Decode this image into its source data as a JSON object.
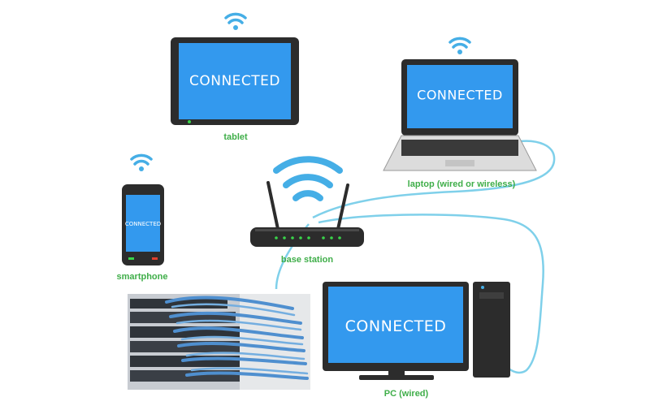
{
  "colors": {
    "screen": "#3399ee",
    "label": "#3fae49",
    "wifi": "#45aee6",
    "cable": "#7fd0ea",
    "device_dark": "#2c2c2c",
    "status_green": "#39d44a"
  },
  "devices": {
    "tablet": {
      "label": "tablet",
      "screen_text": "CONNECTED",
      "icon": "wifi-icon"
    },
    "laptop": {
      "label": "laptop (wired or wireless)",
      "screen_text": "CONNECTED",
      "icon": "wifi-icon"
    },
    "smartphone": {
      "label": "smartphone",
      "screen_text": "CONNECTED",
      "icon": "wifi-icon"
    },
    "base_station": {
      "label": "base station",
      "icon": "wifi-icon"
    },
    "pc": {
      "label": "PC (wired)",
      "screen_text": "CONNECTED"
    }
  }
}
